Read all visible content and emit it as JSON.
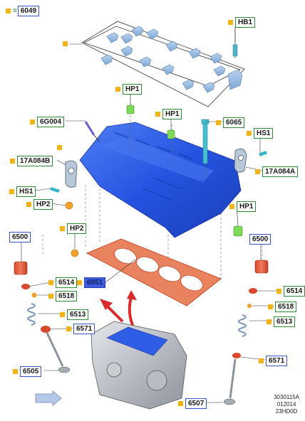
{
  "callouts": {
    "c6049": "6049",
    "cHB1": "HB1",
    "cHP1_top": "HP1",
    "cHP1_mid": "HP1",
    "c6065": "6065",
    "c6G004": "6G004",
    "cHS1_right": "HS1",
    "c17A084B": "17A084B",
    "c17A084A": "17A084A",
    "cHS1_left": "HS1",
    "cHP2_top": "HP2",
    "cHP1_right": "HP1",
    "cHP2_left": "HP2",
    "c6500_left": "6500",
    "c6500_right": "6500",
    "c6051": "6051",
    "c6514_left": "6514",
    "c6518_left": "6518",
    "c6513_left": "6513",
    "c6571_left": "6571",
    "c6505": "6505",
    "c6514_right": "6514",
    "c6518_right": "6518",
    "c6513_right": "6513",
    "c6571_right": "6571",
    "c6507": "6507"
  },
  "ref": {
    "line1": "3030115A",
    "line2": "012014",
    "line3": "23HD0D"
  },
  "colors": {
    "part_blue": "#2f5de6",
    "part_light_blue": "#8fb3dd",
    "gasket": "#e0805f",
    "green_tag": "#2f8a3a",
    "blue_tag": "#3a56c4",
    "marker": "#f2b316",
    "arrow_red": "#d92b2b"
  }
}
